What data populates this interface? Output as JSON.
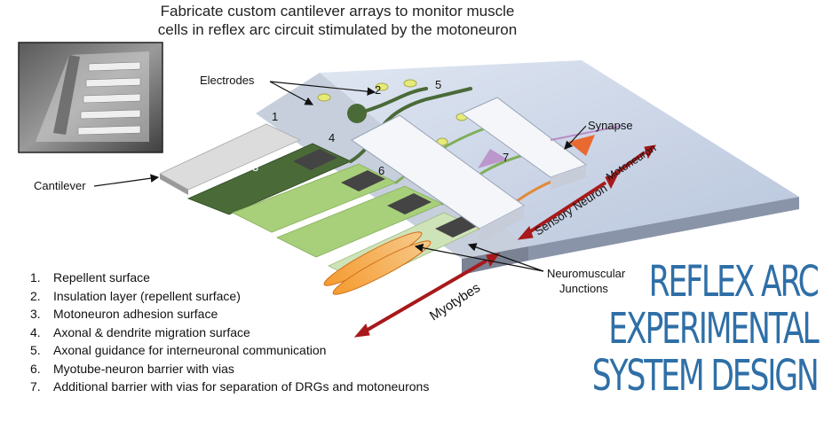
{
  "headline": {
    "line1": "Fabricate custom cantilever arrays to monitor muscle",
    "line2": "cells in reflex arc circuit stimulated by the motoneuron"
  },
  "labels": {
    "electrodes": "Electrodes",
    "synapse": "Synapse",
    "cantilever": "Cantilever",
    "neuromuscular_line1": "Neuromuscular",
    "neuromuscular_line2": "Junctions",
    "myotubes": "Myotybes",
    "sensory_neuron": "Sensory Neuron",
    "motoneuron": "Motoneuron"
  },
  "diagram_numbers": [
    "1",
    "2",
    "3",
    "4",
    "5",
    "6",
    "7"
  ],
  "legend": [
    {
      "num": "1.",
      "text": "Repellent surface"
    },
    {
      "num": "2.",
      "text": "Insulation layer (repellent surface)"
    },
    {
      "num": "3.",
      "text": "Motoneuron adhesion surface"
    },
    {
      "num": "4.",
      "text": "Axonal & dendrite migration surface"
    },
    {
      "num": "5.",
      "text": "Axonal guidance for interneuronal communication"
    },
    {
      "num": "6.",
      "text": "Myotube-neuron barrier with vias"
    },
    {
      "num": "7.",
      "text": "Additional barrier with vias for separation of DRGs and motoneurons"
    }
  ],
  "title": {
    "line1": "REFLEX ARC",
    "line2": "EXPERIMENTAL",
    "line3": "SYSTEM DESIGN"
  },
  "colors": {
    "title_blue": "#2f6fa7",
    "arrow_red": "#a8191b",
    "dark_green": "#4a6a38",
    "light_green": "#a8d07a"
  }
}
